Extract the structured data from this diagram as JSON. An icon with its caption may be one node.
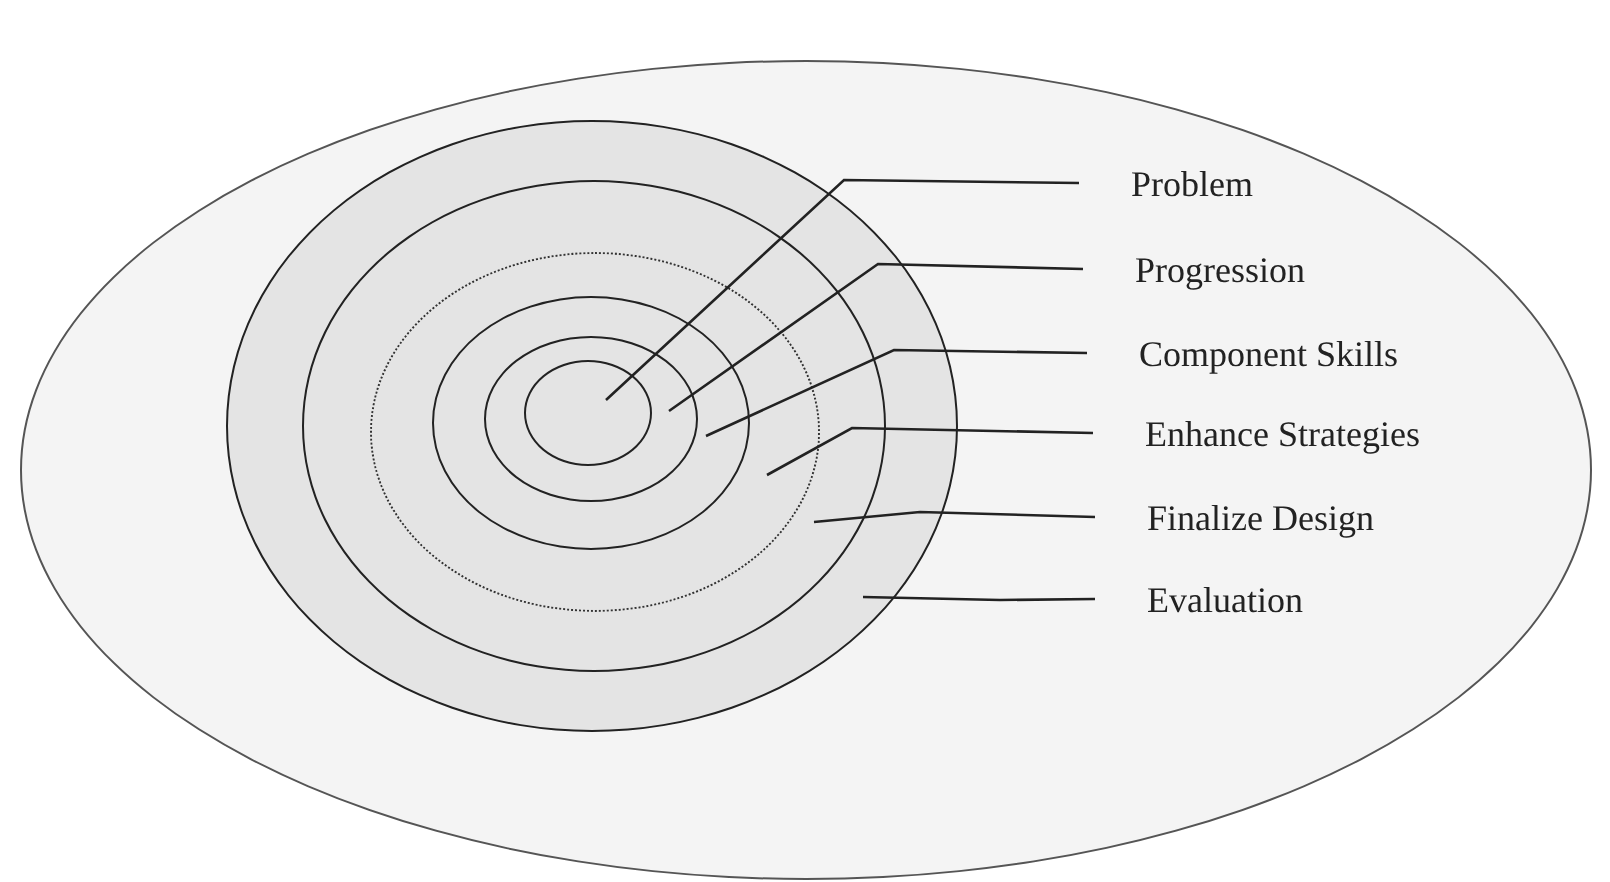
{
  "diagram": {
    "nodes": [
      {
        "text": [],
        "shape": "ellipse"
      },
      {
        "text": [],
        "shape": "ellipse",
        "in": 0
      },
      {
        "text": [],
        "shape": "ellipse",
        "in": 1
      },
      {
        "text": [],
        "shape": "ellipse",
        "in": 2
      },
      {
        "text": [],
        "shape": "ellipse",
        "in": 3
      },
      {
        "text": [],
        "shape": "ellipse",
        "in": 4
      },
      {
        "text": [],
        "shape": "ellipse",
        "in": 5
      },
      {
        "text": [
          "Problem"
        ],
        "in": 0
      },
      {
        "text": [
          "Progression"
        ],
        "in": 0
      },
      {
        "text": [
          "Component Skills"
        ],
        "in": 0
      },
      {
        "text": [
          "Enhance Strategies"
        ],
        "in": 0
      },
      {
        "text": [
          "Finalize Design"
        ],
        "in": 0
      },
      {
        "text": [
          "Evaluation"
        ],
        "in": 0
      }
    ],
    "edges": [
      {
        "from": 7,
        "to": 6,
        "arrow": "none"
      },
      {
        "from": 8,
        "to": 5,
        "arrow": "none"
      },
      {
        "from": 9,
        "to": 4,
        "arrow": "none"
      },
      {
        "from": 10,
        "to": 3,
        "arrow": "none"
      },
      {
        "from": 11,
        "to": 2,
        "arrow": "none"
      },
      {
        "from": 12,
        "to": 1,
        "arrow": "none"
      }
    ]
  }
}
